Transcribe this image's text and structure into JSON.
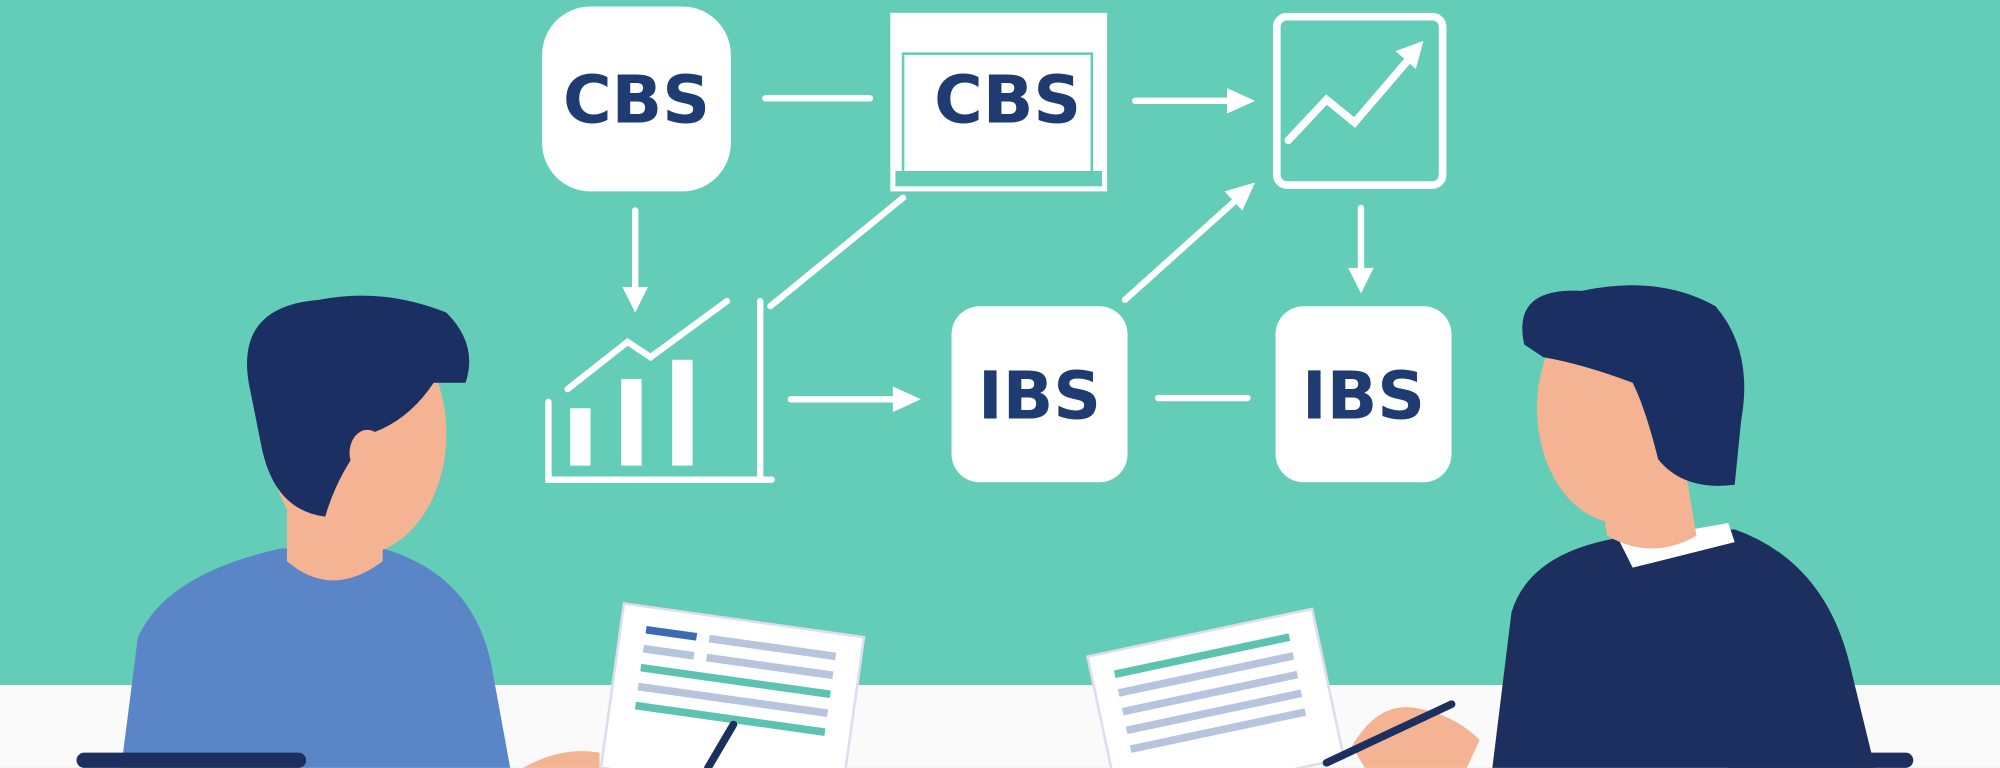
{
  "diagram": {
    "nodes": [
      {
        "label": "CBS"
      },
      {
        "label": "CBS"
      },
      {
        "label": "IBS"
      },
      {
        "label": "IBS"
      }
    ]
  },
  "colors": {
    "background": "#63cdb8",
    "text": "#1f3c72",
    "floor": "#ffffff",
    "shirt_left": "#5a86c8",
    "suit_right": "#1c2f5e",
    "skin": "#f4b393",
    "hair": "#1b2f62"
  }
}
